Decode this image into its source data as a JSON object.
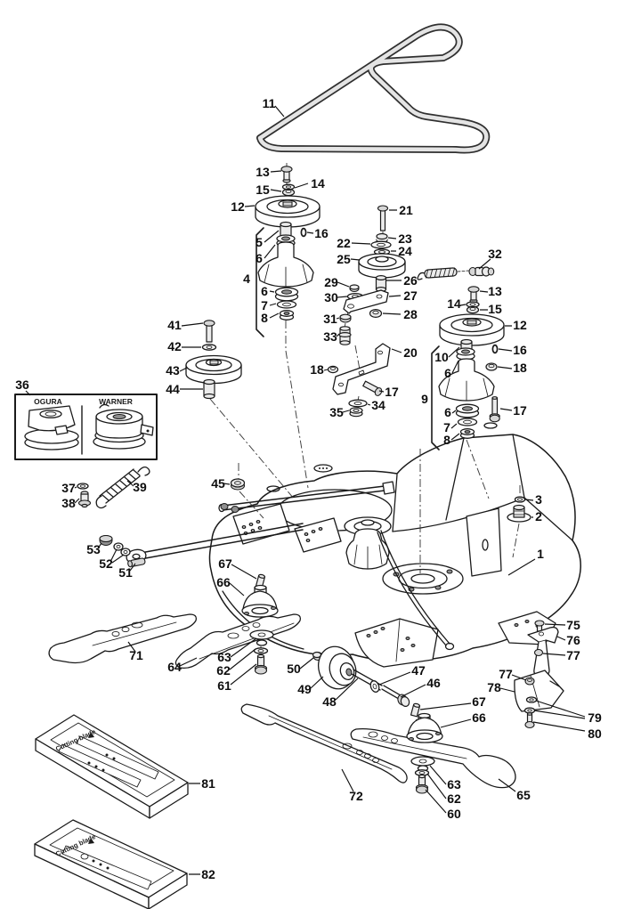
{
  "diagram": {
    "background": "#ffffff",
    "line_color": "#1a1a1a",
    "shade_light": "#ececec",
    "shade_mid": "#d6d6d6",
    "shade_dark": "#8f8f8f"
  },
  "callouts": {
    "c1": "1",
    "c2": "2",
    "c3": "3",
    "c4": "4",
    "c5": "5",
    "c6a": "6",
    "c6b": "6",
    "c6c": "6",
    "c6d": "6",
    "c7a": "7",
    "c7b": "7",
    "c8a": "8",
    "c8b": "8",
    "c9": "9",
    "c10": "10",
    "c11": "11",
    "c12a": "12",
    "c12b": "12",
    "c13a": "13",
    "c13b": "13",
    "c14a": "14",
    "c14b": "14",
    "c15a": "15",
    "c15b": "15",
    "c16a": "16",
    "c16b": "16",
    "c17a": "17",
    "c17b": "17",
    "c18a": "18",
    "c18b": "18",
    "c20": "20",
    "c21": "21",
    "c22": "22",
    "c23": "23",
    "c24": "24",
    "c25": "25",
    "c26": "26",
    "c27": "27",
    "c28": "28",
    "c29": "29",
    "c30": "30",
    "c31": "31",
    "c32": "32",
    "c33": "33",
    "c34": "34",
    "c35": "35",
    "c36": "36",
    "c37": "37",
    "c38": "38",
    "c39": "39",
    "c41": "41",
    "c42": "42",
    "c43": "43",
    "c44": "44",
    "c45": "45",
    "c46": "46",
    "c47": "47",
    "c48": "48",
    "c49": "49",
    "c50": "50",
    "c51": "51",
    "c52": "52",
    "c53": "53",
    "c60": "60",
    "c61": "61",
    "c62a": "62",
    "c62b": "62",
    "c63a": "63",
    "c63b": "63",
    "c64": "64",
    "c65": "65",
    "c66a": "66",
    "c66b": "66",
    "c67a": "67",
    "c67b": "67",
    "c71": "71",
    "c72": "72",
    "c75": "75",
    "c76": "76",
    "c77a": "77",
    "c77b": "77",
    "c78": "78",
    "c79": "79",
    "c80": "80",
    "c81": "81",
    "c82": "82"
  },
  "clutch_box": {
    "left_brand": "OGURA",
    "right_brand": "WARNER"
  },
  "blade_boxes": {
    "box81_text": "Cutting blade",
    "box82_text": "Cutting blade"
  }
}
